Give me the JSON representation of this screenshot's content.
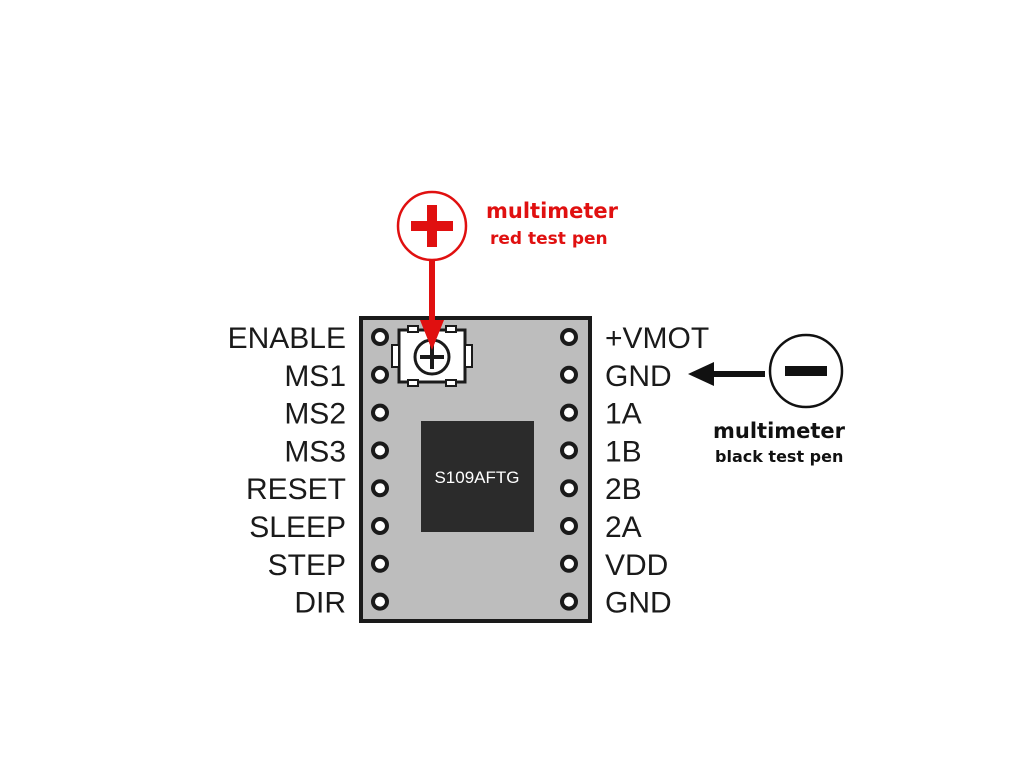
{
  "board": {
    "chip_label": "S109AFTG",
    "left_pins": [
      "ENABLE",
      "MS1",
      "MS2",
      "MS3",
      "RESET",
      "SLEEP",
      "STEP",
      "DIR"
    ],
    "right_pins": [
      "+VMOT",
      "GND",
      "1A",
      "1B",
      "2B",
      "2A",
      "VDD",
      "GND"
    ]
  },
  "red_probe": {
    "title": "multimeter",
    "subtitle": "red test pen",
    "color": "#e01010",
    "symbol_icon": "plus-icon"
  },
  "black_probe": {
    "title": "multimeter",
    "subtitle": "black test pen",
    "color": "#111111",
    "symbol_icon": "minus-icon"
  },
  "colors": {
    "board_fill": "#bdbdbd",
    "board_border": "#1a1a1a",
    "chip_fill": "#2b2b2b"
  }
}
